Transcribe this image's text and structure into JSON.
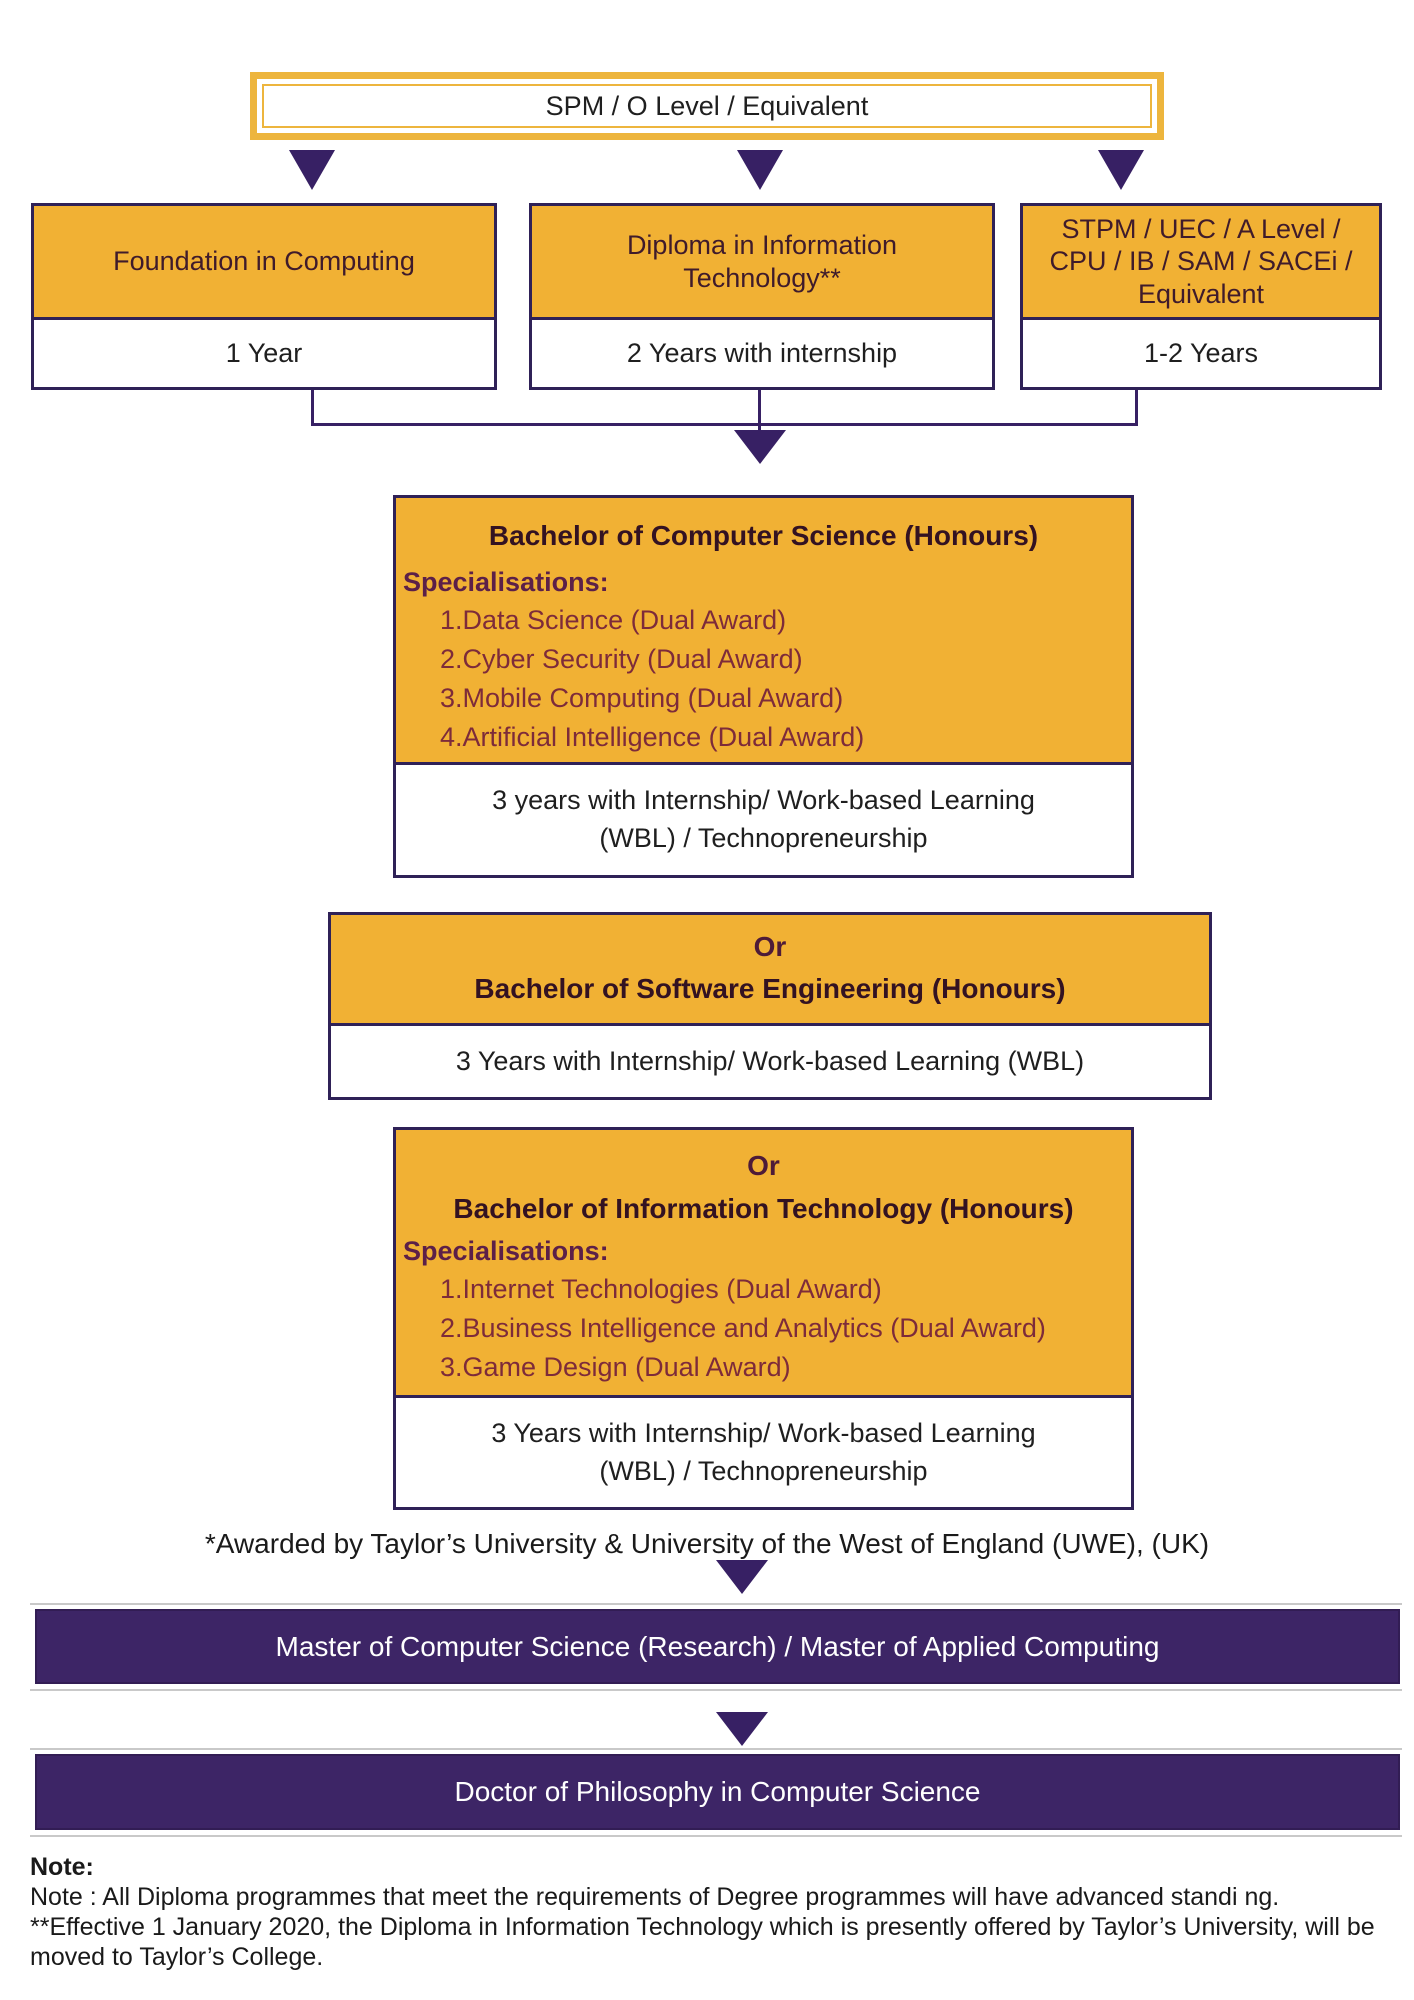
{
  "colors": {
    "gold": "#F1B134",
    "gold-border": "#EDB53D",
    "box-border": "#2F2157",
    "arrow": "#372064",
    "bar-bg": "#3D2566",
    "bar-border": "#321D54",
    "bar-text": "#FFFFFF",
    "title-row1": "#3F1B2B",
    "title-dark": "#331222",
    "or-color": "#4E1B38",
    "spec-label": "#5C2048",
    "list-text": "#7D2B3A",
    "body-text": "#1F1F1F",
    "gray-line": "#C9C9C9",
    "note-text": "#1A1A1A"
  },
  "entry": {
    "label": "SPM / O Level / Equivalent"
  },
  "pathways": [
    {
      "title": "Foundation in Computing",
      "duration": "1 Year"
    },
    {
      "title": "Diploma in Information Technology**",
      "duration": "2 Years with internship"
    },
    {
      "title": "STPM / UEC / A Level / CPU / IB / SAM / SACEi / Equivalent",
      "duration": "1-2 Years"
    }
  ],
  "bachelor_cs": {
    "title": "Bachelor of Computer Science (Honours)",
    "specialisations_label": "Specialisations:",
    "specialisations": [
      "1.Data Science (Dual Award)",
      "2.Cyber Security (Dual Award)",
      "3.Mobile Computing (Dual Award)",
      "4.Artificial Intelligence (Dual Award)"
    ],
    "duration": "3 years with Internship/ Work-based Learning (WBL) / Technopreneurship"
  },
  "bachelor_se": {
    "or_label": "Or",
    "title": "Bachelor of Software Engineering (Honours)",
    "duration": "3 Years with Internship/ Work-based Learning (WBL)"
  },
  "bachelor_it": {
    "or_label": "Or",
    "title": "Bachelor of Information Technology (Honours)",
    "specialisations_label": "Specialisations:",
    "specialisations": [
      "1.Internet Technologies (Dual Award)",
      "2.Business Intelligence and Analytics (Dual Award)",
      "3.Game Design (Dual Award)"
    ],
    "duration": "3 Years with Internship/ Work-based Learning (WBL) / Technopreneurship"
  },
  "award_note": "*Awarded by Taylor’s University & University of the West of England (UWE), (UK)",
  "masters_label": "Master of Computer Science (Research) / Master of Applied Computing",
  "phd_label": "Doctor of Philosophy in Computer Science",
  "notes": {
    "heading": "Note:",
    "line1": "Note : All Diploma programmes that meet the requirements of Degree programmes will have advanced standi ng.",
    "line2": "**Effective 1 January 2020, the Diploma in Information Technology which is presently offered by Taylor’s University, will be moved to Taylor’s College."
  }
}
